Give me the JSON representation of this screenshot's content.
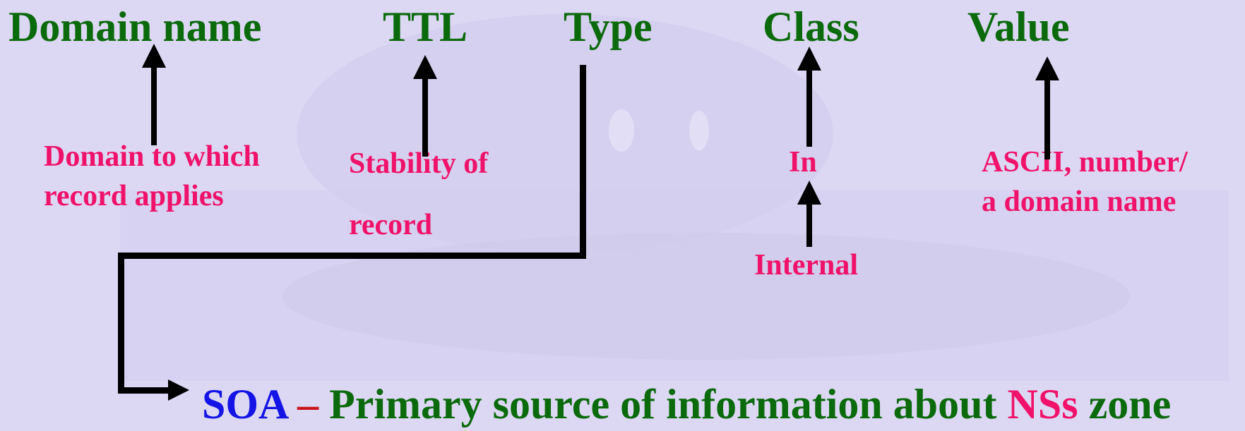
{
  "headers": {
    "domain_name": "Domain name",
    "ttl": "TTL",
    "type": "Type",
    "class": "Class",
    "value": "Value"
  },
  "descriptions": {
    "domain_line1": "Domain to which",
    "domain_line2": "record applies",
    "ttl_line1": "Stability of",
    "ttl_line2": "record",
    "class_in": "In",
    "class_internal": "Internal",
    "value_line1": "ASCII, number/",
    "value_line2": "a domain name"
  },
  "soa": {
    "abbr": "SOA",
    "dash": "–",
    "text": "Primary source of information about",
    "ns": "NSs",
    "zone": "zone"
  },
  "colors": {
    "header": "#0b6a0b",
    "description": "#f0126a",
    "soa": "#1414e6",
    "dash": "#c81418",
    "background": "#dcd8f4"
  }
}
